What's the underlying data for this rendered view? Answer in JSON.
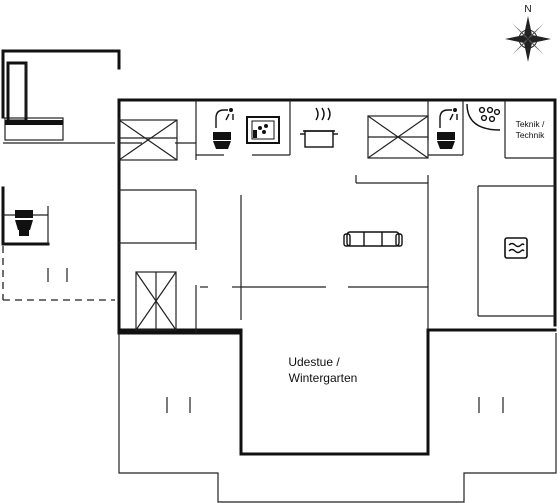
{
  "compass": {
    "letter": "N"
  },
  "rooms": {
    "technik_line1": "Teknik /",
    "technik_line2": "Technik",
    "sunroom_line1": "Udestue /",
    "sunroom_line2": "Wintergarten"
  },
  "icons": [
    "compass-icon",
    "bed-icon",
    "toilet-icon",
    "shower-icon",
    "washing-machine-icon",
    "cooking-pot-icon",
    "sofa-icon",
    "sauna-icon",
    "whirlpool-icon"
  ]
}
